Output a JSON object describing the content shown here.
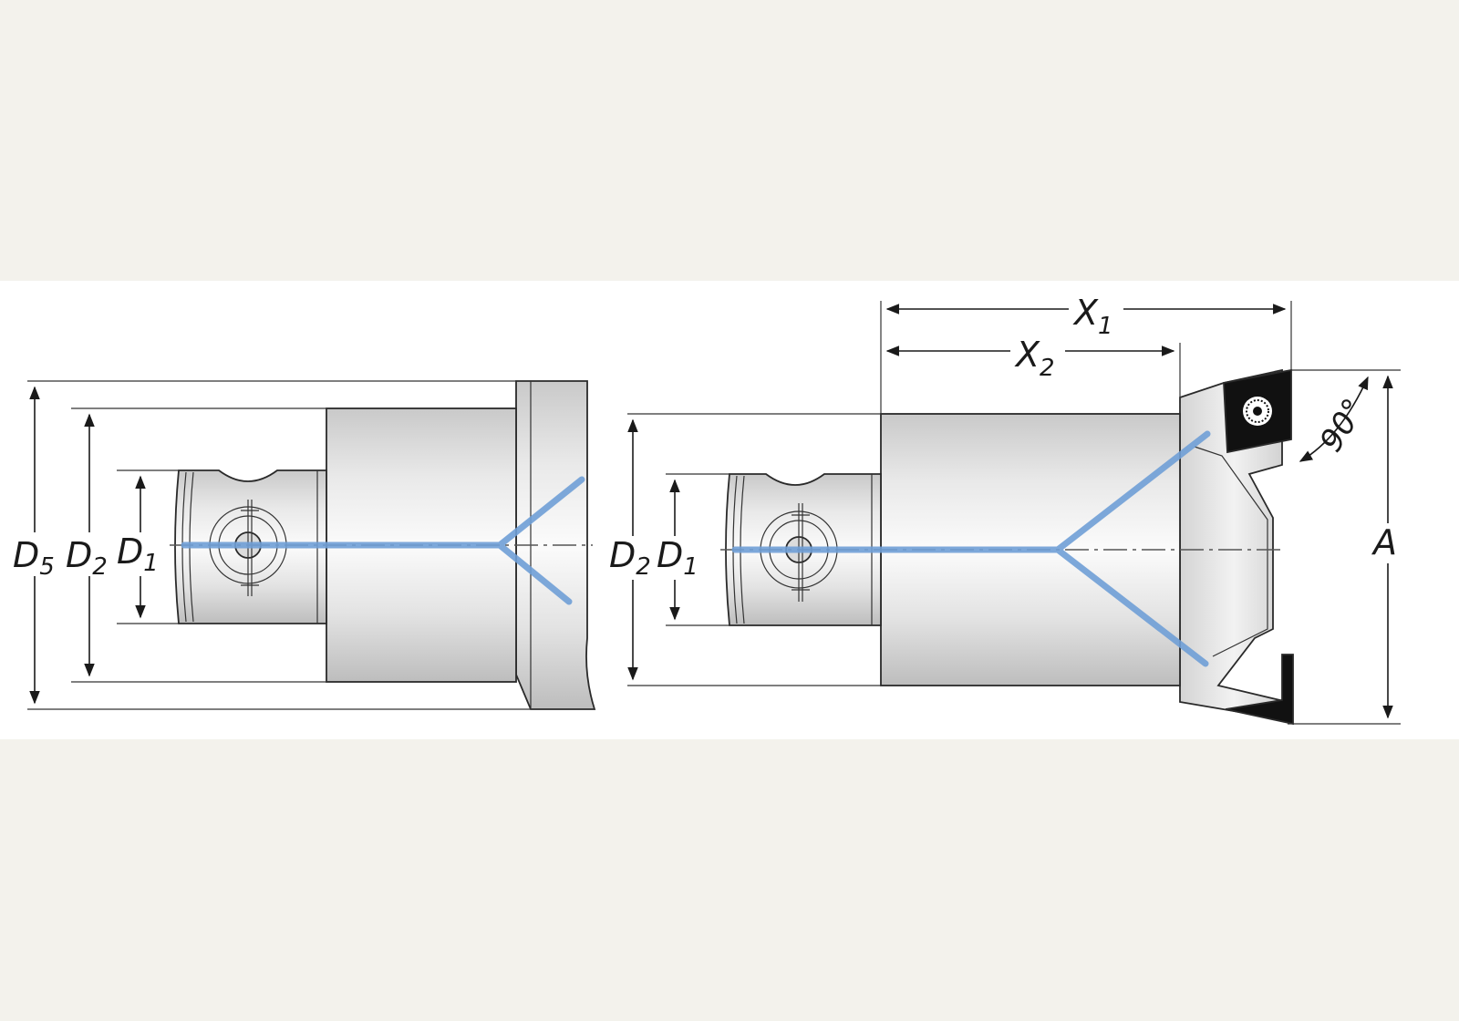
{
  "left_tool": {
    "labels": {
      "d5": {
        "main": "D",
        "sub": "5"
      },
      "d2": {
        "main": "D",
        "sub": "2"
      },
      "d1": {
        "main": "D",
        "sub": "1"
      }
    }
  },
  "right_tool": {
    "labels": {
      "d2": {
        "main": "D",
        "sub": "2"
      },
      "d1": {
        "main": "D",
        "sub": "1"
      },
      "x1": {
        "main": "X",
        "sub": "1"
      },
      "x2": {
        "main": "X",
        "sub": "2"
      },
      "angle": "90°",
      "a": "A"
    }
  },
  "colors": {
    "background": "#f3f2ec",
    "panel": "#ffffff",
    "coolant": "#6f9fd6",
    "insert": "#111111"
  }
}
